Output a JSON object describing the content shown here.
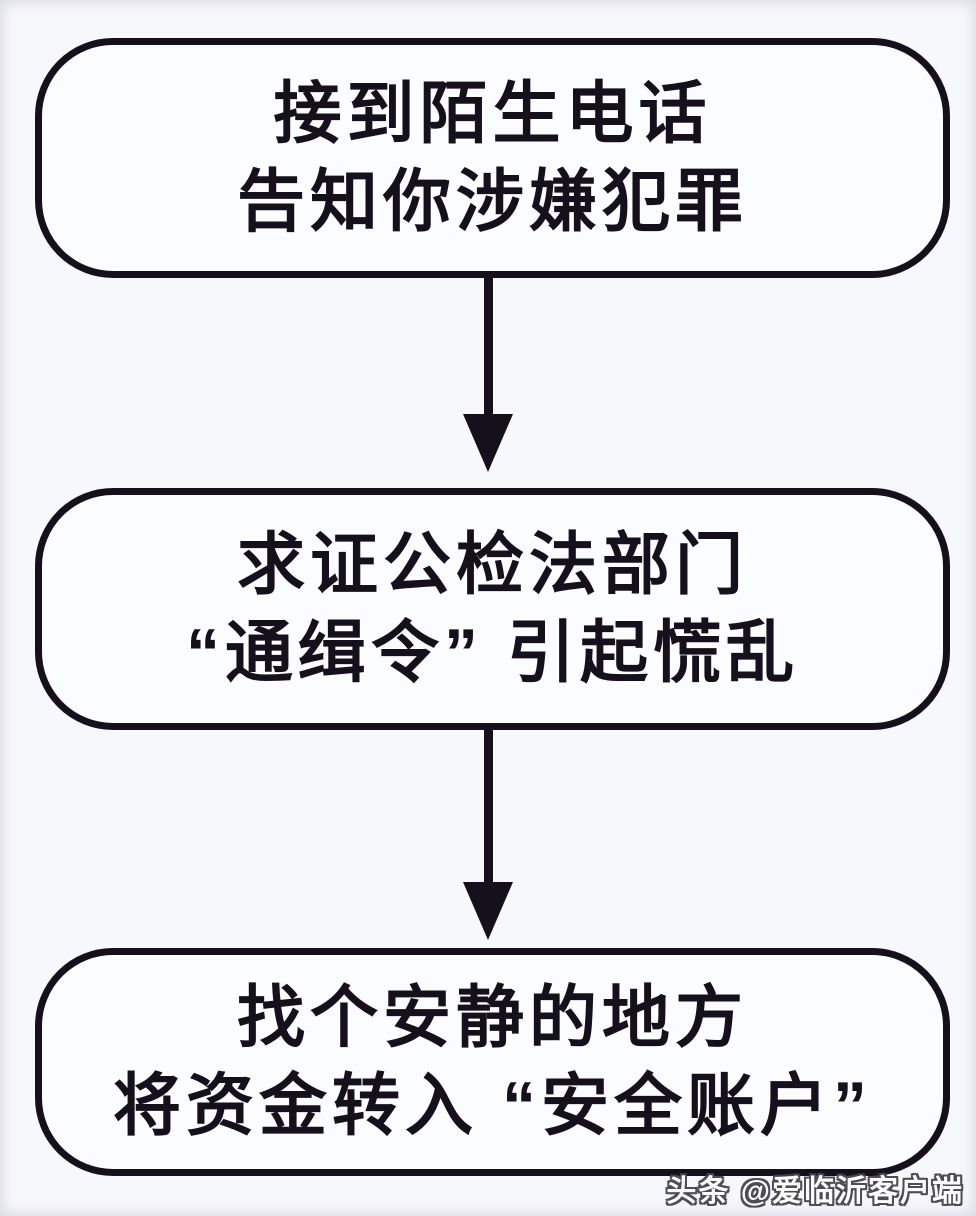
{
  "page": {
    "background": "#f7f8fc",
    "ink": "#16101d"
  },
  "flowchart": {
    "type": "flow",
    "direction": "top-down",
    "steps": [
      {
        "lines": [
          "接到陌生电话",
          "告知你涉嫌犯罪"
        ]
      },
      {
        "lines": [
          "求证公检法部门",
          "“通缉令” 引起慌乱"
        ]
      },
      {
        "lines": [
          "找个安静的地方",
          "将资金转入 “安全账户”"
        ]
      }
    ],
    "connectors": [
      {
        "from": 0,
        "to": 1,
        "style": "solid-arrow-down"
      },
      {
        "from": 1,
        "to": 2,
        "style": "solid-arrow-down"
      }
    ]
  },
  "watermark": {
    "text": "头条 @爱临沂客户端",
    "color": "#ffffff",
    "outline_color": "#45444c"
  }
}
